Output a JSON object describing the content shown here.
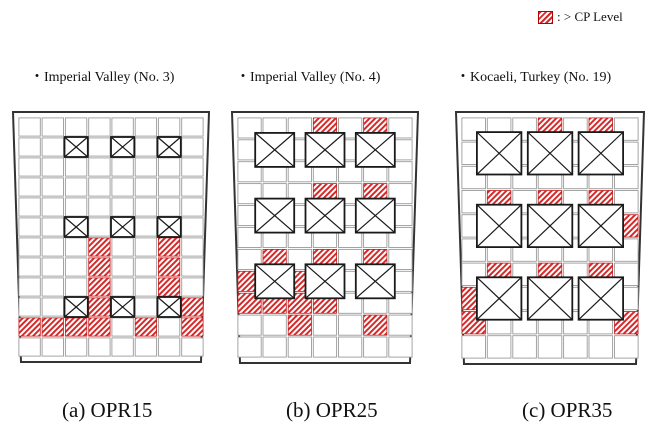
{
  "legend": {
    "label": ": > CP Level",
    "hatch_color": "#d62a2a"
  },
  "bullet": "・",
  "panels": [
    {
      "id": "a",
      "title": "Imperial Valley (No. 3)",
      "caption": "(a) OPR15",
      "rows": 12,
      "cols": 8,
      "dampers": [
        [
          1,
          2
        ],
        [
          1,
          4
        ],
        [
          1,
          6
        ],
        [
          5,
          2
        ],
        [
          5,
          4
        ],
        [
          5,
          6
        ],
        [
          9,
          2
        ],
        [
          9,
          4
        ],
        [
          9,
          6
        ]
      ],
      "damper_size": 1,
      "cp_cells": [
        [
          6,
          6
        ],
        [
          7,
          6
        ],
        [
          8,
          6
        ],
        [
          9,
          6
        ],
        [
          6,
          3
        ],
        [
          7,
          3
        ],
        [
          8,
          3
        ],
        [
          9,
          3
        ],
        [
          10,
          0
        ],
        [
          10,
          1
        ],
        [
          10,
          2
        ],
        [
          10,
          3
        ],
        [
          10,
          5
        ],
        [
          9,
          7
        ],
        [
          10,
          7
        ]
      ]
    },
    {
      "id": "b",
      "title": "Imperial Valley (No. 4)",
      "caption": "(b) OPR25",
      "rows": 11,
      "cols": 7,
      "dampers": [
        [
          1,
          1
        ],
        [
          1,
          3
        ],
        [
          1,
          5
        ],
        [
          4,
          1
        ],
        [
          4,
          3
        ],
        [
          4,
          5
        ],
        [
          7,
          1
        ],
        [
          7,
          3
        ],
        [
          7,
          5
        ]
      ],
      "damper_size": 1.55,
      "cp_cells": [
        [
          0,
          3
        ],
        [
          0,
          5
        ],
        [
          3,
          3
        ],
        [
          4,
          3
        ],
        [
          3,
          5
        ],
        [
          4,
          5
        ],
        [
          6,
          1
        ],
        [
          6,
          3
        ],
        [
          6,
          5
        ],
        [
          7,
          0
        ],
        [
          8,
          0
        ],
        [
          8,
          1
        ],
        [
          7,
          2
        ],
        [
          8,
          2
        ],
        [
          8,
          3
        ],
        [
          9,
          2
        ],
        [
          9,
          5
        ]
      ]
    },
    {
      "id": "c",
      "title": "Kocaeli, Turkey (No. 19)",
      "caption": "(c) OPR35",
      "rows": 10,
      "cols": 7,
      "dampers": [
        [
          1,
          1
        ],
        [
          1,
          3
        ],
        [
          1,
          5
        ],
        [
          4,
          1
        ],
        [
          4,
          3
        ],
        [
          4,
          5
        ],
        [
          7,
          1
        ],
        [
          7,
          3
        ],
        [
          7,
          5
        ]
      ],
      "damper_size": 1.75,
      "cp_cells": [
        [
          0,
          3
        ],
        [
          0,
          5
        ],
        [
          3,
          1
        ],
        [
          3,
          3
        ],
        [
          3,
          5
        ],
        [
          4,
          6
        ],
        [
          6,
          1
        ],
        [
          6,
          3
        ],
        [
          6,
          5
        ],
        [
          7,
          0
        ],
        [
          8,
          0
        ],
        [
          8,
          6
        ]
      ]
    }
  ]
}
